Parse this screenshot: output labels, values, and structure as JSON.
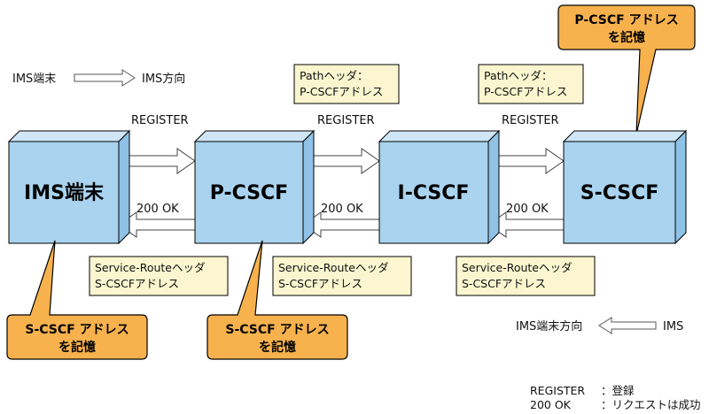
{
  "legend": {
    "forward_from": "IMS端末",
    "forward_to": "IMS方向",
    "backward_from": "IMS",
    "backward_to": "IMS端末方向"
  },
  "nodes": [
    {
      "label": "IMS端末"
    },
    {
      "label": "P-CSCF"
    },
    {
      "label": "I-CSCF"
    },
    {
      "label": "S-CSCF"
    }
  ],
  "messages": {
    "register": "REGISTER",
    "ok": "200 OK"
  },
  "notes": {
    "path_header": [
      "Pathヘッダ：",
      "P-CSCFアドレス"
    ],
    "service_route": [
      "Service-Routeヘッダ",
      "S-CSCFアドレス"
    ]
  },
  "callouts": {
    "pcscf": [
      "P-CSCF アドレス",
      "を記憶"
    ],
    "scscf_ue": [
      "S-CSCF アドレス",
      "を記憶"
    ],
    "scscf_pcscf": [
      "S-CSCF アドレス",
      "を記憶"
    ]
  },
  "glossary": {
    "register_term": "REGISTER",
    "register_def": "：登録",
    "ok_term": "200 OK",
    "ok_def": "：リクエストは成功"
  },
  "colors": {
    "node_front": "#a9d3ef",
    "node_top": "#cfe6f6",
    "node_side": "#8fc2e6",
    "note_fill": "#fbf6cf",
    "callout_fill": "#f7b24e",
    "arrow_fill": "#ffffff"
  }
}
